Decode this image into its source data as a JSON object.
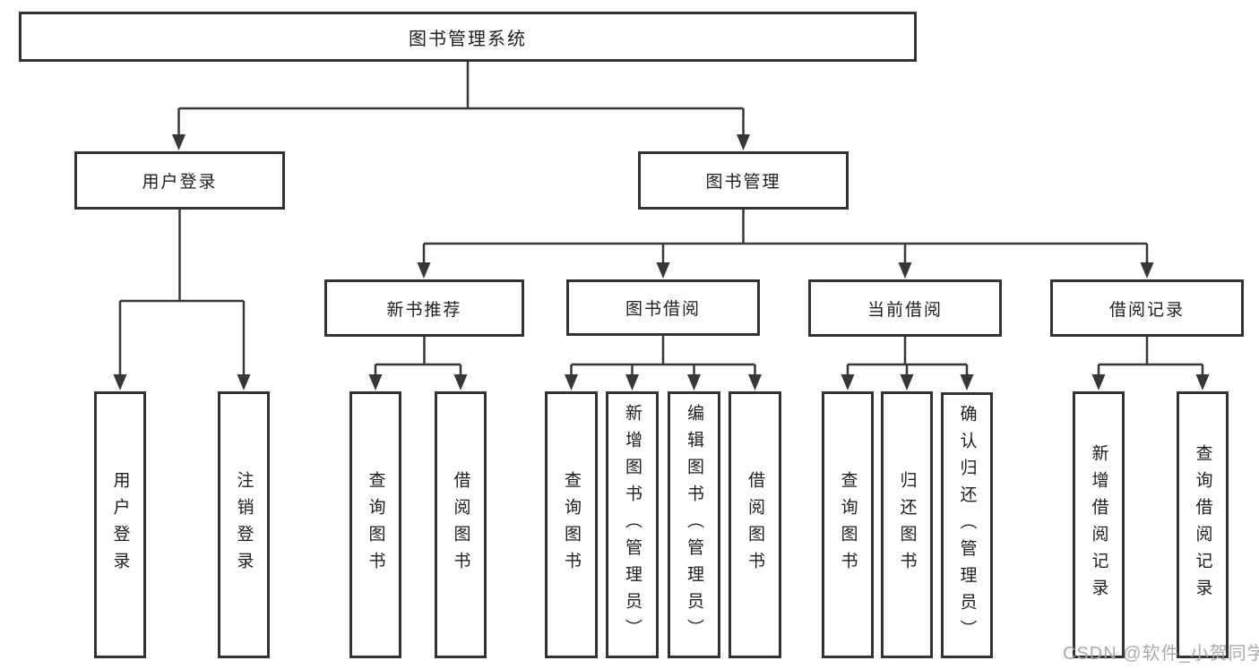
{
  "diagram": {
    "tree": {
      "label": "图书管理系统",
      "children": [
        {
          "label": "用户登录",
          "children": [
            {
              "label": "用户登录"
            },
            {
              "label": "注销登录"
            }
          ]
        },
        {
          "label": "图书管理",
          "children": [
            {
              "label": "新书推荐",
              "children": [
                {
                  "label": "查询图书"
                },
                {
                  "label": "借阅图书"
                }
              ]
            },
            {
              "label": "图书借阅",
              "children": [
                {
                  "label": "查询图书"
                },
                {
                  "label": "新增图书（管理员）"
                },
                {
                  "label": "编辑图书（管理员）"
                },
                {
                  "label": "借阅图书"
                }
              ]
            },
            {
              "label": "当前借阅",
              "children": [
                {
                  "label": "查询图书"
                },
                {
                  "label": "归还图书"
                },
                {
                  "label": "确认归还（管理员）"
                }
              ]
            },
            {
              "label": "借阅记录",
              "children": [
                {
                  "label": "新增借阅记录"
                },
                {
                  "label": "查询借阅记录"
                }
              ]
            }
          ]
        }
      ]
    },
    "colors": {
      "box_border": "#333333",
      "line": "#373737",
      "text": "#1e1e1e",
      "watermark": "#a7aaae",
      "background": "#ffffff"
    }
  },
  "watermark": {
    "text": "CSDN @软件_小贺同学"
  }
}
